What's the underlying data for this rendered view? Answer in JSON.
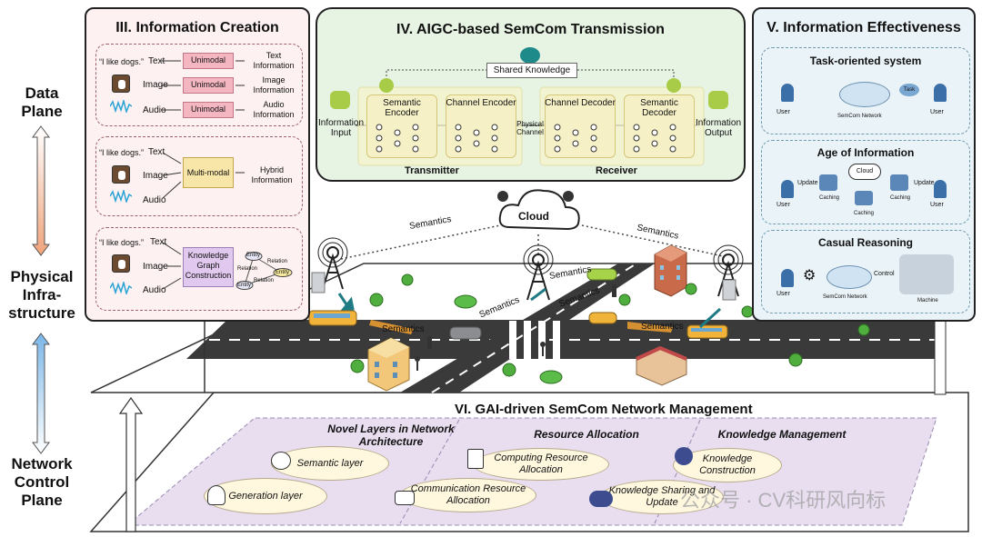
{
  "planes": {
    "data": "Data Plane",
    "physical": "Physical Infra-structure",
    "network": "Network Control Plane"
  },
  "creation": {
    "title": "III. Information Creation",
    "quote": "“I like dogs.”",
    "text": "Text",
    "image": "Image",
    "audio": "Audio",
    "unimodal": "Unimodal",
    "multimodal": "Multi-modal",
    "text_info": "Text Information",
    "image_info": "Image Information",
    "audio_info": "Audio Information",
    "hybrid_info": "Hybrid Information",
    "kg": "Knowledge Graph Construction",
    "entity": "Entity",
    "relation": "Relation"
  },
  "transmission": {
    "title": "IV. AIGC-based SemCom Transmission",
    "shared": "Shared Knowledge",
    "info_input": "Information Input",
    "sem_encoder": "Semantic Encoder",
    "ch_encoder": "Channel Encoder",
    "physical_channel": "Physical Channel",
    "ch_decoder": "Channel Decoder",
    "sem_decoder": "Semantic Decoder",
    "info_output": "Information Output",
    "transmitter": "Transmitter",
    "receiver": "Receiver"
  },
  "effectiveness": {
    "title": "V. Information Effectiveness",
    "task": "Task-oriented system",
    "user": "User",
    "semcom_network": "SemCom Network",
    "task_bubble": "Task",
    "aoi": "Age of Information",
    "update": "Update",
    "caching": "Caching",
    "cloud": "Cloud",
    "causal": "Casual Reasoning",
    "control": "Control",
    "machine": "Machine"
  },
  "city": {
    "cloud": "Cloud",
    "semantics": "Semantics"
  },
  "management": {
    "title": "VI. GAI-driven SemCom Network Management",
    "lane1": "Novel Layers in Network Architecture",
    "lane2": "Resource Allocation",
    "lane3": "Knowledge Management",
    "semantic_layer": "Semantic layer",
    "generation_layer": "Generation layer",
    "computing": "Computing Resource Allocation",
    "communication": "Communication Resource Allocation",
    "knowledge_construction": "Knowledge Construction",
    "knowledge_sharing": "Knowledge Sharing and Update"
  },
  "watermark": "公众号 · CV科研风向标",
  "colors": {
    "creation_bg": "#fdf1f1",
    "transmission_bg": "#e7f4e4",
    "effectiveness_bg": "#eaf3f8",
    "management_plane": "#e3d9ee"
  }
}
